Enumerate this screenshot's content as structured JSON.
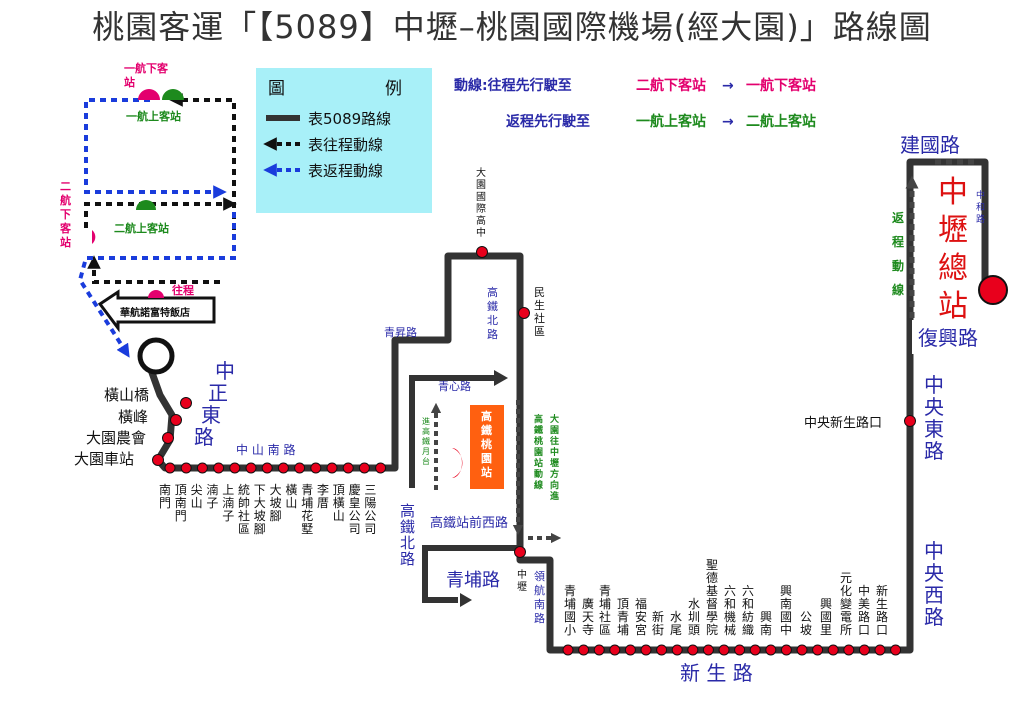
{
  "title": "桃園客運「【5089】中壢–桃園國際機場(經大園)」路線圖",
  "legend": {
    "heading_left": "圖",
    "heading_right": "例",
    "route": "表5089路線",
    "outbound": "表往程動線",
    "return": "表返程動線"
  },
  "notes": {
    "line1_prefix": "動線:往程先行駛至",
    "line1_a": "二航下客站",
    "line1_b": "一航下客站",
    "line2_prefix": "返程先行駛至",
    "line2_a": "一航上客站",
    "line2_b": "二航上客站",
    "arrow": "→"
  },
  "airport": {
    "t1_drop": [
      "一航下客",
      "站"
    ],
    "t1_pick": "一航上客站",
    "t2_pick": "二航上客站",
    "t2_drop": [
      "二",
      "航",
      "下",
      "客",
      "站"
    ],
    "outbound_tag": "往程",
    "hotel": "華航諾富特飯店"
  },
  "hsr": {
    "station": [
      "高",
      "鐵",
      "桃",
      "園",
      "站"
    ],
    "outbound_note": [
      "高",
      "鐵",
      "桃",
      "園",
      "站",
      "動",
      "線"
    ],
    "return_note": [
      "大",
      "園",
      "往",
      "中",
      "壢",
      "方",
      "向",
      "進"
    ],
    "moon_note": [
      "進",
      "高",
      "鐵",
      "月",
      "台"
    ],
    "front_west_road": "高鐵站前西路"
  },
  "roads": {
    "zhongzheng_east": [
      "中",
      "正",
      "東",
      "路"
    ],
    "zhongshan_south": "中 山 南 路",
    "qingsheng": "青昇路",
    "qingxin": "青心路",
    "hsr_north": [
      "高",
      "鐵",
      "北",
      "路"
    ],
    "hsr_north_2": [
      "高",
      "鐵",
      "北",
      "路"
    ],
    "qingpu": "青埔路",
    "linghang_south": [
      "領",
      "航",
      "南",
      "路"
    ],
    "xinsheng": "新 生 路",
    "zhongyang_west": [
      "中",
      "央",
      "西",
      "路"
    ],
    "zhongyang_east": [
      "中",
      "央",
      "東",
      "路"
    ],
    "fuxing": "復興路",
    "jianguo": "建國路",
    "zhonghe": [
      "中",
      "和",
      "路"
    ],
    "return_vertical": [
      "返",
      "程",
      "動",
      "線"
    ]
  },
  "stops": {
    "hengshan_bridge": "橫山橋",
    "hengfeng": "橫峰",
    "dayuan_farm": "大園農會",
    "dayuan_station": "大園車站",
    "dayuan_high": [
      "大",
      "園",
      "國",
      "際",
      "高",
      "中"
    ],
    "minsheng_community": [
      "民",
      "生",
      "社",
      "區"
    ],
    "zhongli_terminal": [
      "中",
      "壢",
      "總",
      "站"
    ],
    "zhongyang_xinsheng": "中央新生路口",
    "zhongli_village": [
      "中",
      "壢"
    ],
    "bottom_a": [
      [
        "南",
        "門"
      ],
      [
        "頂",
        "南",
        "門"
      ],
      [
        "尖",
        "山"
      ],
      [
        "湳",
        "子"
      ],
      [
        "上",
        "湳",
        "子"
      ],
      [
        "統",
        "帥",
        "社",
        "區"
      ],
      [
        "下",
        "大",
        "坡",
        "腳"
      ],
      [
        "大",
        "坡",
        "腳"
      ],
      [
        "橫",
        "山"
      ],
      [
        "青",
        "埔",
        "花",
        "墅"
      ],
      [
        "李",
        "厝"
      ],
      [
        "頂",
        "橫",
        "山"
      ],
      [
        "慶",
        "皇",
        "公",
        "司"
      ],
      [
        "三",
        "陽",
        "公",
        "司"
      ]
    ],
    "bottom_b": [
      [
        "青",
        "埔",
        "國",
        "小"
      ],
      [
        "廣",
        "天",
        "寺"
      ],
      [
        "青",
        "埔",
        "社",
        "區"
      ],
      [
        "頂",
        "青",
        "埔"
      ],
      [
        "福",
        "安",
        "宮"
      ],
      [
        "新",
        "街"
      ],
      [
        "水",
        "尾"
      ],
      [
        "水",
        "圳",
        "頭"
      ],
      [
        "聖",
        "德",
        "基",
        "督",
        "學",
        "院"
      ],
      [
        "六",
        "和",
        "機",
        "械"
      ],
      [
        "六",
        "和",
        "紡",
        "織"
      ],
      [
        "興",
        "南"
      ],
      [
        "興",
        "南",
        "國",
        "中"
      ],
      [
        "公",
        "坡"
      ],
      [
        "興",
        "國",
        "里"
      ],
      [
        "元",
        "化",
        "變",
        "電",
        "所"
      ],
      [
        "中",
        "美",
        "路",
        "口"
      ],
      [
        "新",
        "生",
        "路",
        "口"
      ]
    ]
  },
  "colors": {
    "route": "#333333",
    "stop": "#e8001c",
    "legend_bg": "#a8f0f8",
    "return_line": "#1a3cdc",
    "drop_text": "#e3006e",
    "pick_text": "#1d8a1d",
    "road_text": "#2a2aa8",
    "hsr_box": "#ff6010",
    "terminal_text": "#dd1111"
  }
}
